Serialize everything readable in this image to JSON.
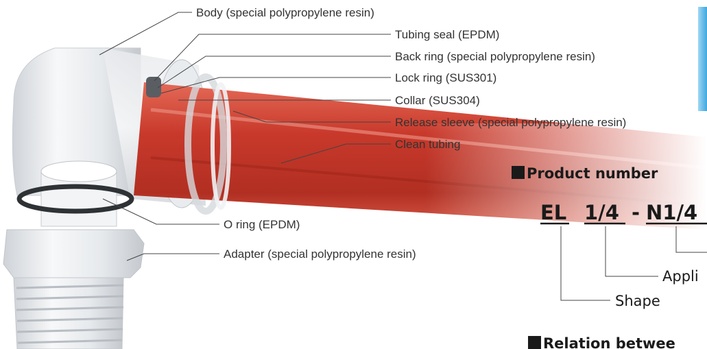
{
  "callouts": {
    "body": "Body (special polypropylene resin)",
    "tubing_seal": "Tubing seal (EPDM)",
    "back_ring": "Back ring (special polypropylene resin)",
    "lock_ring": "Lock ring (SUS301)",
    "collar": "Collar (SUS304)",
    "release_sleeve": "Release sleeve (special polypropylene resin)",
    "clean_tubing": "Clean tubing",
    "o_ring": "O ring (EPDM)",
    "adapter": "Adapter (special polypropylene resin)"
  },
  "product_number": {
    "heading": "Product number",
    "parts": [
      "EL",
      "1/4",
      "-",
      "N1/4"
    ],
    "labels": {
      "applicable": "Appli",
      "shape": "Shape"
    }
  },
  "relation_heading": "Relation betwee",
  "colors": {
    "tube_red": "#c8392b",
    "fitting_white": "#eef0f2",
    "accent_blue": "#5fb8e6"
  },
  "icons": [
    "section-square-icon"
  ]
}
